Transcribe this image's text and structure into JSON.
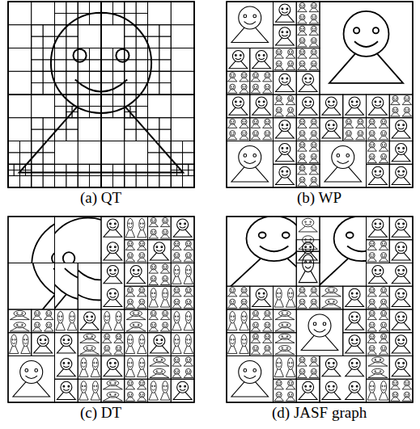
{
  "diagram": {
    "labels": [
      "(a) QT",
      "(b) WP",
      "(c) DT",
      "(d) JASF graph"
    ]
  }
}
